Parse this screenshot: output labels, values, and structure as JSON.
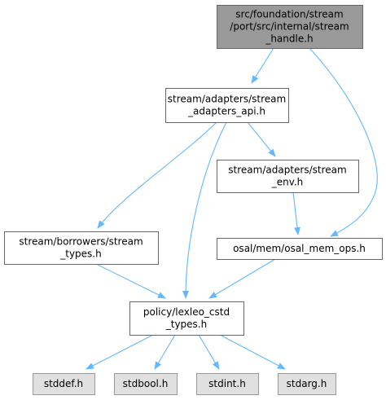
{
  "colors": {
    "root_fill": "#999999",
    "root_stroke": "#666666",
    "node_fill": "#ffffff",
    "node_stroke": "#666666",
    "system_fill": "#e0e0e0",
    "system_stroke": "#999999",
    "edge": "#63b8ff",
    "text": "#000000"
  },
  "diagram": {
    "nodes": [
      {
        "id": "stream_handle",
        "lines": [
          "src/foundation/stream",
          "/port/src/internal/stream",
          "_handle.h"
        ],
        "kind": "root"
      },
      {
        "id": "adapters_api",
        "lines": [
          "stream/adapters/stream",
          "_adapters_api.h"
        ],
        "kind": "normal"
      },
      {
        "id": "adapters_env",
        "lines": [
          "stream/adapters/stream",
          "_env.h"
        ],
        "kind": "normal"
      },
      {
        "id": "borrowers_types",
        "lines": [
          "stream/borrowers/stream",
          "_types.h"
        ],
        "kind": "normal"
      },
      {
        "id": "osal_mem_ops",
        "lines": [
          "osal/mem/osal_mem_ops.h"
        ],
        "kind": "normal"
      },
      {
        "id": "lexleo_cstd_types",
        "lines": [
          "policy/lexleo_cstd",
          "_types.h"
        ],
        "kind": "normal"
      },
      {
        "id": "stddef",
        "lines": [
          "stddef.h"
        ],
        "kind": "system"
      },
      {
        "id": "stdbool",
        "lines": [
          "stdbool.h"
        ],
        "kind": "system"
      },
      {
        "id": "stdint",
        "lines": [
          "stdint.h"
        ],
        "kind": "system"
      },
      {
        "id": "stdarg",
        "lines": [
          "stdarg.h"
        ],
        "kind": "system"
      }
    ],
    "edges": [
      {
        "from": "stream_handle",
        "to": "adapters_api"
      },
      {
        "from": "stream_handle",
        "to": "osal_mem_ops"
      },
      {
        "from": "adapters_api",
        "to": "borrowers_types"
      },
      {
        "from": "adapters_api",
        "to": "lexleo_cstd_types"
      },
      {
        "from": "adapters_api",
        "to": "adapters_env"
      },
      {
        "from": "adapters_env",
        "to": "osal_mem_ops"
      },
      {
        "from": "borrowers_types",
        "to": "lexleo_cstd_types"
      },
      {
        "from": "osal_mem_ops",
        "to": "lexleo_cstd_types"
      },
      {
        "from": "lexleo_cstd_types",
        "to": "stddef"
      },
      {
        "from": "lexleo_cstd_types",
        "to": "stdbool"
      },
      {
        "from": "lexleo_cstd_types",
        "to": "stdint"
      },
      {
        "from": "lexleo_cstd_types",
        "to": "stdarg"
      }
    ]
  }
}
